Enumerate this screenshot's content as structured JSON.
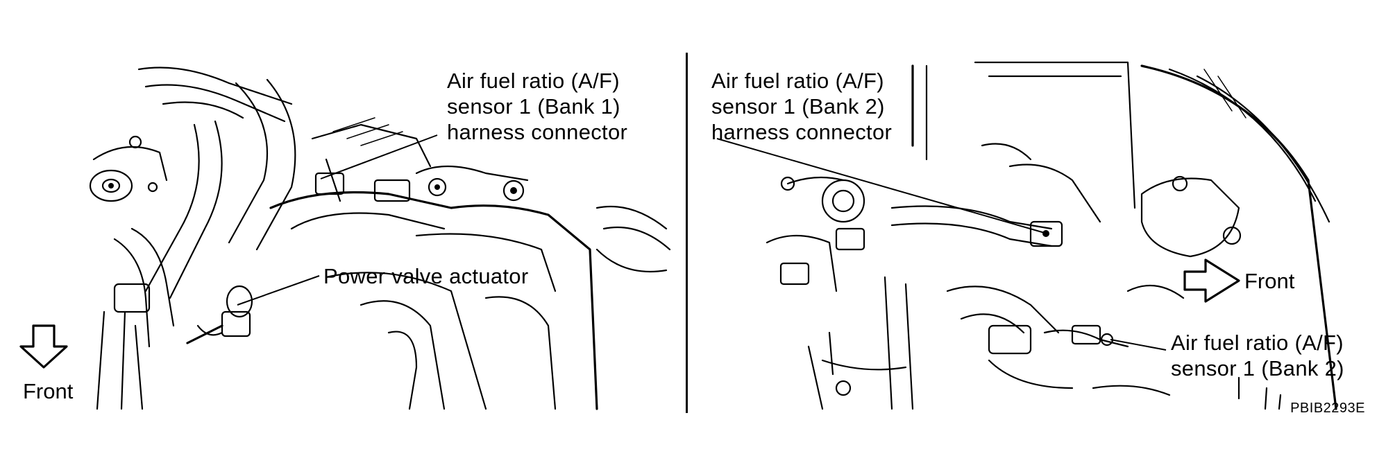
{
  "left_panel": {
    "callouts": {
      "af_sensor_bank1_connector": {
        "line1": "Air fuel ratio (A/F)",
        "line2": "sensor 1 (Bank 1)",
        "line3": "harness connector"
      },
      "power_valve_actuator": "Power valve actuator"
    },
    "front_label": "Front"
  },
  "right_panel": {
    "callouts": {
      "af_sensor_bank2_connector": {
        "line1": "Air fuel ratio (A/F)",
        "line2": "sensor 1 (Bank 2)",
        "line3": "harness connector"
      },
      "af_sensor_bank2": {
        "line1": "Air fuel ratio (A/F)",
        "line2": "sensor 1 (Bank 2)"
      }
    },
    "front_label": "Front"
  },
  "figure_code": "PBIB2293E"
}
